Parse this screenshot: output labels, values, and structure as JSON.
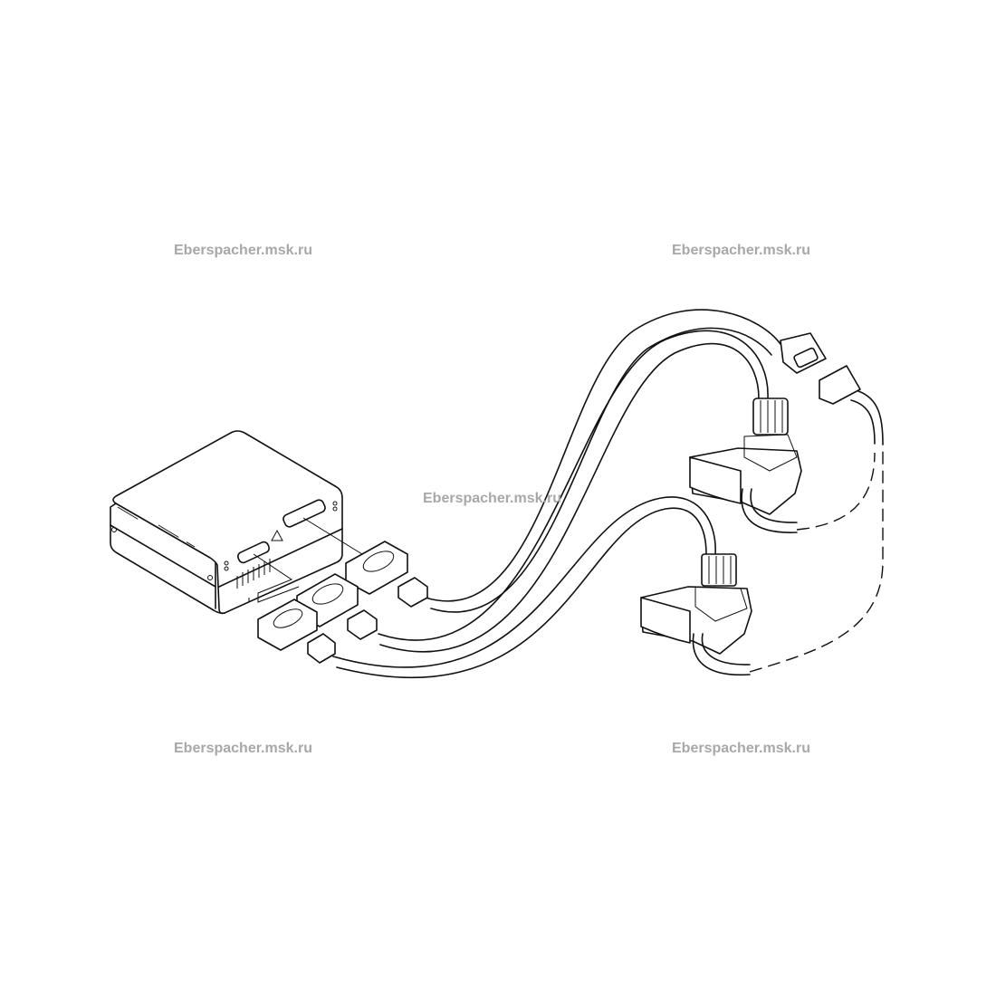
{
  "watermarks": [
    "Eberspacher.msk.ru",
    "Eberspacher.msk.ru",
    "Eberspacher.msk.ru",
    "Eberspacher.msk.ru",
    "Eberspacher.msk.ru"
  ],
  "colors": {
    "line": "#111111",
    "watermark": "#a8a8a8",
    "background": "#ffffff"
  }
}
